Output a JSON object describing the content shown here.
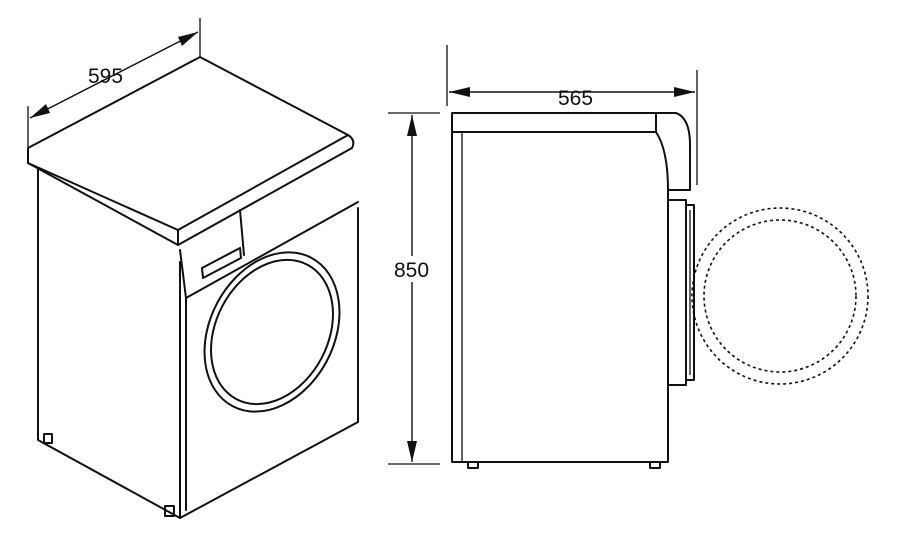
{
  "dimensions": {
    "width": "595",
    "depth": "565",
    "height": "850"
  },
  "colors": {
    "stroke": "#111111",
    "background": "#ffffff"
  }
}
